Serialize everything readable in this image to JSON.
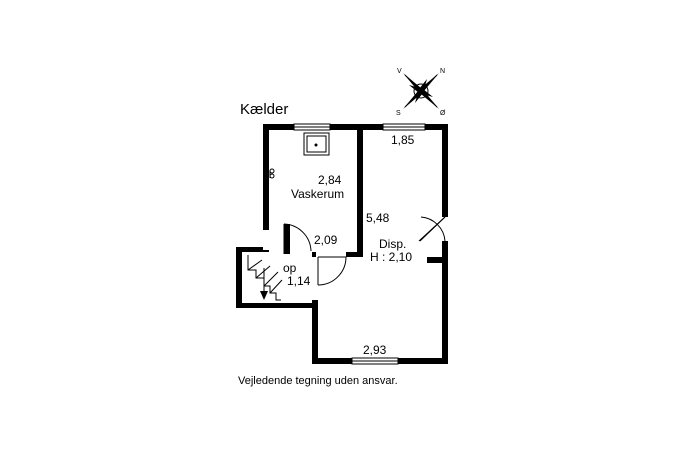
{
  "floor_title": "Kælder",
  "compass": {
    "north": "N",
    "east": "Ø",
    "south": "S",
    "west": "V"
  },
  "rooms": {
    "laundry": {
      "name": "Vaskerum",
      "dim_height": "2,84",
      "dim_width": "2,09"
    },
    "storage": {
      "name": "Disp.",
      "ceiling": "H : 2,10",
      "dim_top": "1,85",
      "dim_side": "5,48",
      "dim_bottom": "2,93"
    },
    "stairs": {
      "label": "op",
      "dim": "1,14"
    }
  },
  "disclaimer": "Vejledende tegning uden ansvar."
}
